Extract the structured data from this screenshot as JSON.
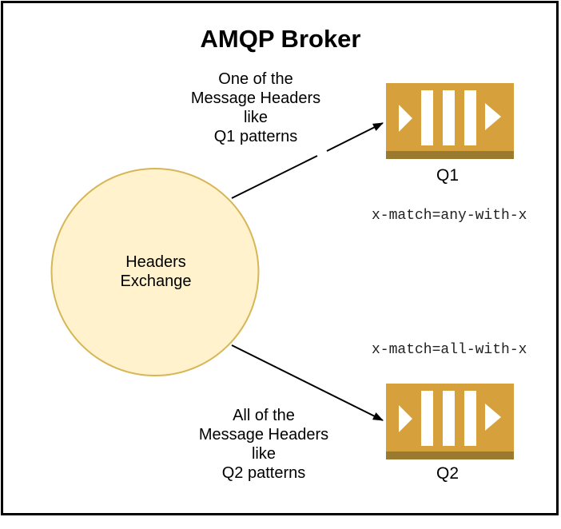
{
  "title": "AMQP Broker",
  "exchange": {
    "label": {
      "line1": "Headers",
      "line2": "Exchange"
    }
  },
  "bindings": [
    {
      "queue": "Q1",
      "rule": "x-match=any-with-x",
      "annotation": {
        "line1": "One of the",
        "line2": "Message Headers",
        "line3": "like",
        "line4": "Q1 patterns"
      }
    },
    {
      "queue": "Q2",
      "rule": "x-match=all-with-x",
      "annotation": {
        "line1": "All of the",
        "line2": "Message Headers",
        "line3": "like",
        "line4": "Q2 patterns"
      }
    }
  ],
  "colors": {
    "queue_body": "#D6A03C",
    "queue_base": "#9A7A2E",
    "queue_glyph": "#FFFFFF",
    "exchange_fill": "#FFF2CC",
    "exchange_stroke": "#D6B656",
    "arrow": "#000000"
  }
}
